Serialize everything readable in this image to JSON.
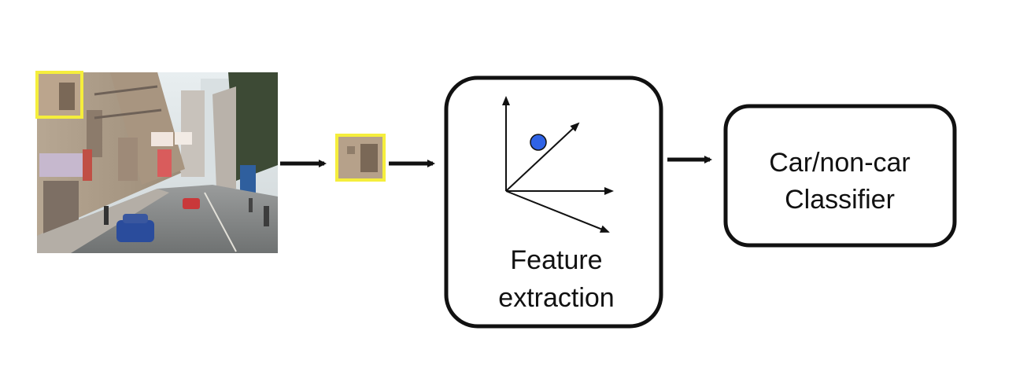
{
  "feature_box": {
    "line1": "Feature",
    "line2": "extraction"
  },
  "classifier_box": {
    "line1": "Car/non-car",
    "line2": "Classifier"
  },
  "colors": {
    "highlight": "#f5ee3c",
    "point": "#2f63e6",
    "stroke": "#111111"
  },
  "icons": [
    "street-scene-photo",
    "image-patch",
    "feature-space-axes",
    "arrow-icon"
  ]
}
